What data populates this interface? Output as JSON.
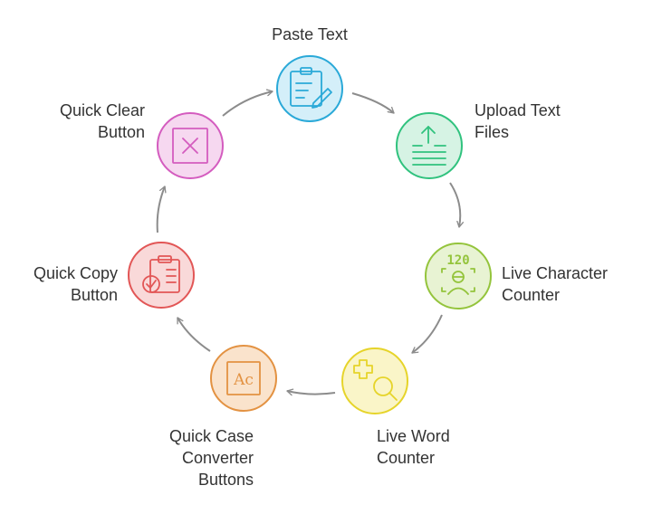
{
  "diagram": {
    "type": "cycle",
    "steps": [
      {
        "id": "paste-text",
        "label_lines": [
          "Paste Text"
        ],
        "icon": "clipboard-pencil-icon",
        "color": "#2aa9d8",
        "fill": "#d4eff9"
      },
      {
        "id": "upload-text-files",
        "label_lines": [
          "Upload Text",
          "Files"
        ],
        "icon": "upload-lines-icon",
        "color": "#30c27e",
        "fill": "#d6f3e4"
      },
      {
        "id": "live-character-counter",
        "label_lines": [
          "Live Character",
          "Counter"
        ],
        "icon": "character-count-icon",
        "color": "#94c43c",
        "fill": "#e8f3d3"
      },
      {
        "id": "live-word-counter",
        "label_lines": [
          "Live Word",
          "Counter"
        ],
        "icon": "plus-search-icon",
        "color": "#e6d42a",
        "fill": "#faf5c8"
      },
      {
        "id": "quick-case-converter-buttons",
        "label_lines": [
          "Quick Case",
          "Converter",
          "Buttons"
        ],
        "icon": "case-convert-icon",
        "color": "#e39242",
        "fill": "#fae3cc"
      },
      {
        "id": "quick-copy-button",
        "label_lines": [
          "Quick Copy",
          "Button"
        ],
        "icon": "clipboard-check-icon",
        "color": "#e25656",
        "fill": "#f9d9d9"
      },
      {
        "id": "quick-clear-button",
        "label_lines": [
          "Quick Clear",
          "Button"
        ],
        "icon": "clear-x-icon",
        "color": "#d45cbf",
        "fill": "#f6d8f0"
      }
    ],
    "icon_text": {
      "character_count": "120",
      "case_converter": "Ac"
    },
    "arrow_color": "#8c8c8c",
    "text_color": "#333333"
  }
}
